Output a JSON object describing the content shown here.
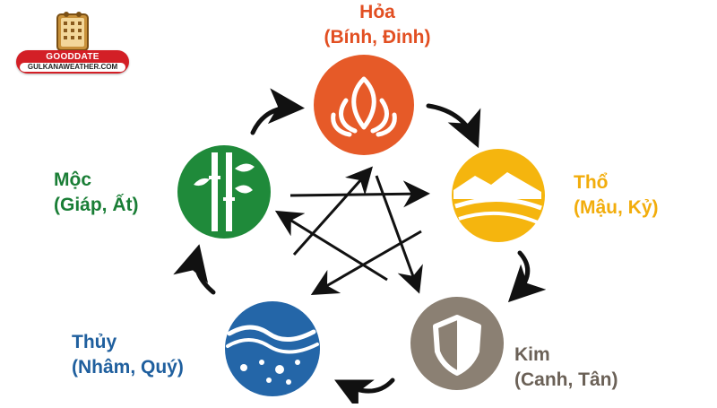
{
  "logo": {
    "title": "GOODDATE",
    "site": "GULKANAWEATHER.COM"
  },
  "elements": {
    "hoa": {
      "name": "Hỏa",
      "stems": "(Bính, Đinh)",
      "color": "#e65a28",
      "text_color": "#e24f22",
      "icon": "fire-icon"
    },
    "tho": {
      "name": "Thổ",
      "stems": "(Mậu, Kỷ)",
      "color": "#f5b50e",
      "text_color": "#f2ad0c",
      "icon": "mountain-icon"
    },
    "kim": {
      "name": "Kim",
      "stems": "(Canh, Tân)",
      "color": "#8b8073",
      "text_color": "#6b6157",
      "icon": "shield-icon"
    },
    "thuy": {
      "name": "Thủy",
      "stems": "(Nhâm, Quý)",
      "color": "#2466a8",
      "text_color": "#1f5f9e",
      "icon": "water-wave-icon"
    },
    "moc": {
      "name": "Mộc",
      "stems": "(Giáp, Ất)",
      "color": "#1f8a3a",
      "text_color": "#1a7e36",
      "icon": "bamboo-icon"
    }
  },
  "generating_cycle": [
    "hoa",
    "tho",
    "kim",
    "thuy",
    "moc"
  ],
  "controlling_cycle": [
    "hoa",
    "kim",
    "moc",
    "tho",
    "thuy"
  ]
}
